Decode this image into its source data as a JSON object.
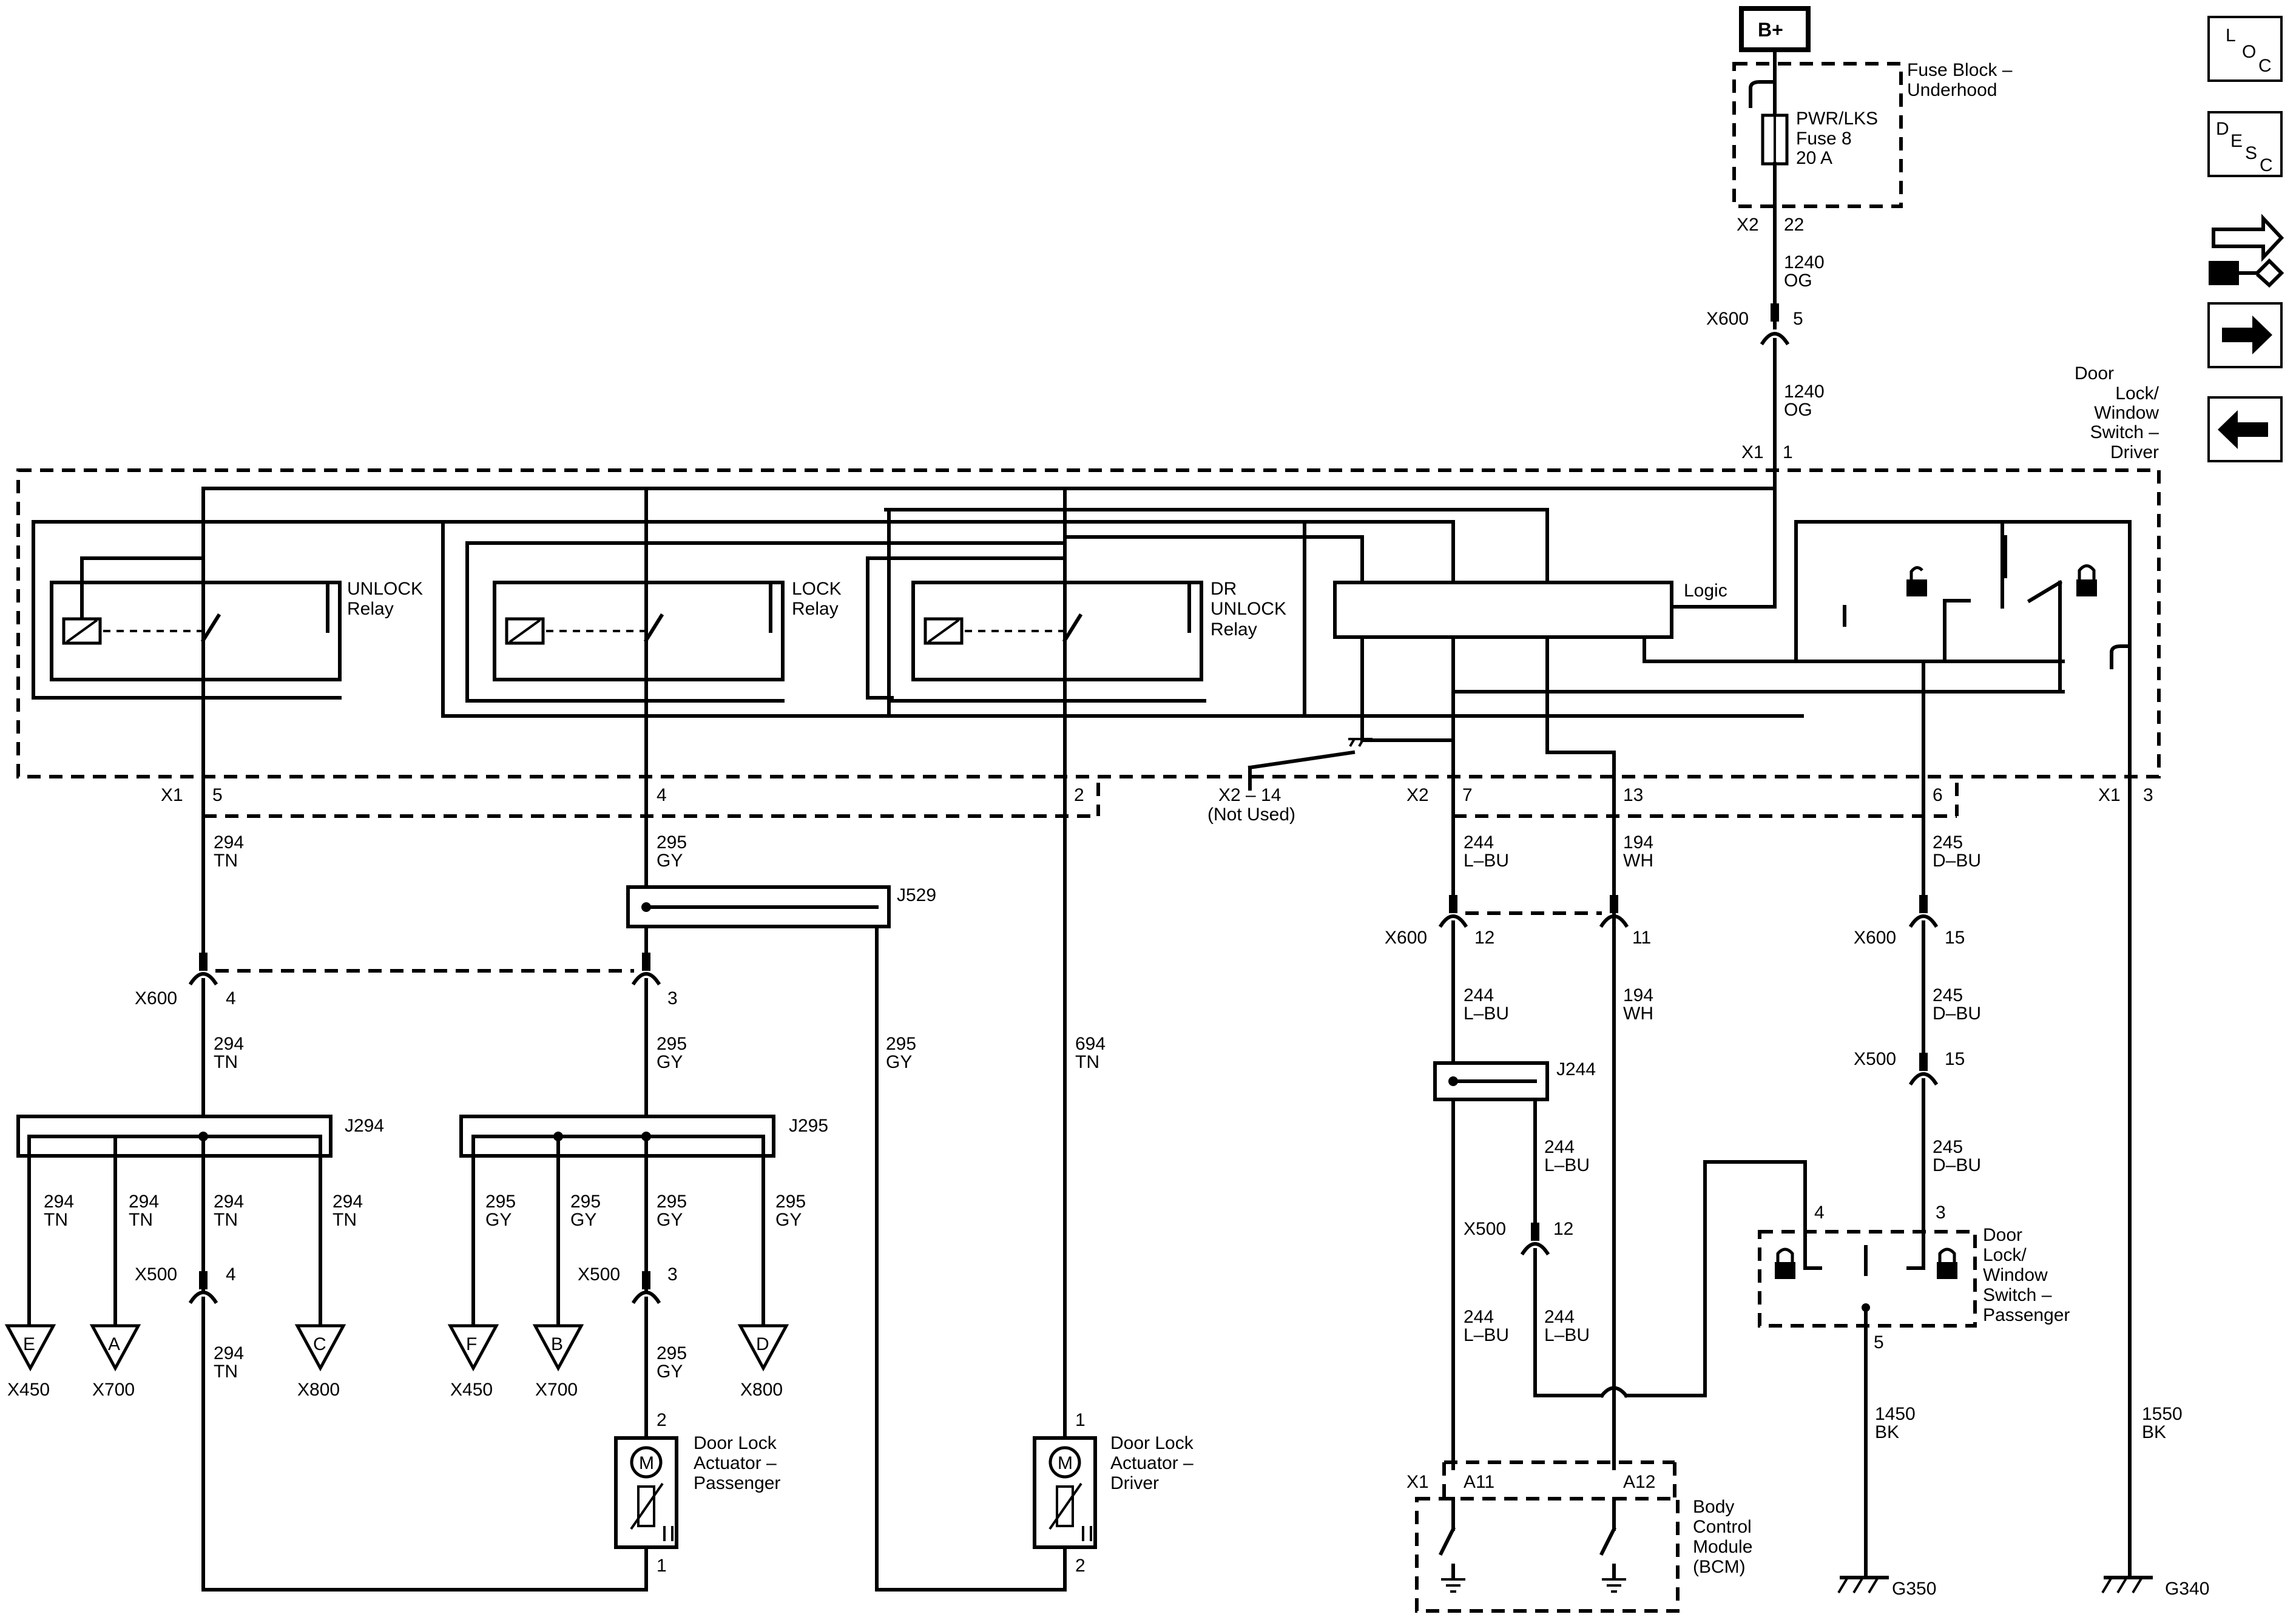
{
  "nav": {
    "loc": [
      "L",
      "O",
      "C"
    ],
    "desc": [
      "D",
      "E",
      "S",
      "C"
    ]
  },
  "power": {
    "source": "B+"
  },
  "fuse_block": {
    "title": [
      "Fuse Block –",
      "Underhood"
    ],
    "fuse": [
      "PWR/LKS",
      "Fuse 8",
      "20 A"
    ],
    "connector": "X2",
    "pin": "22"
  },
  "wires": {
    "w1240a": [
      "1240",
      "OG"
    ],
    "w1240b": [
      "1240",
      "OG"
    ],
    "w294a": [
      "294",
      "TN"
    ],
    "w294b": [
      "294",
      "TN"
    ],
    "w294c": [
      "294",
      "TN"
    ],
    "w294d": [
      "294",
      "TN"
    ],
    "w294e": [
      "294",
      "TN"
    ],
    "w294f": [
      "294",
      "TN"
    ],
    "w294g": [
      "294",
      "TN"
    ],
    "w295a": [
      "295",
      "GY"
    ],
    "w295b": [
      "295",
      "GY"
    ],
    "w295c": [
      "295",
      "GY"
    ],
    "w295d": [
      "295",
      "GY"
    ],
    "w295e": [
      "295",
      "GY"
    ],
    "w295f": [
      "295",
      "GY"
    ],
    "w295g": [
      "295",
      "GY"
    ],
    "w295h": [
      "295",
      "GY"
    ],
    "w694": [
      "694",
      "TN"
    ],
    "w244a": [
      "244",
      "L–BU"
    ],
    "w244b": [
      "244",
      "L–BU"
    ],
    "w244c": [
      "244",
      "L–BU"
    ],
    "w244d": [
      "244",
      "L–BU"
    ],
    "w244e": [
      "244",
      "L–BU"
    ],
    "w194a": [
      "194",
      "WH"
    ],
    "w194b": [
      "194",
      "WH"
    ],
    "w245a": [
      "245",
      "D–BU"
    ],
    "w245b": [
      "245",
      "D–BU"
    ],
    "w245c": [
      "245",
      "D–BU"
    ],
    "w1450": [
      "1450",
      "BK"
    ],
    "w1550": [
      "1550",
      "BK"
    ]
  },
  "connectors": {
    "x600_top": {
      "name": "X600",
      "pin": "5"
    },
    "x1_top": {
      "name": "X1",
      "pin": "1"
    },
    "x1_left": {
      "name": "X1",
      "pin": "5"
    },
    "pin4": "4",
    "pin2": "2",
    "x2_nu": [
      "X2 – 14",
      "(Not Used)"
    ],
    "x2_right": {
      "name": "X2",
      "pin": "7"
    },
    "pin13": "13",
    "pin6": "6",
    "x1_right": {
      "name": "X1",
      "pin": "3"
    },
    "x600_4": {
      "name": "X600",
      "pin": "4"
    },
    "x600_3": "3",
    "x600_12": {
      "name": "X600",
      "pin": "12"
    },
    "x600_11": "11",
    "x600_15": {
      "name": "X600",
      "pin": "15"
    },
    "x500_15": {
      "name": "X500",
      "pin": "15"
    },
    "x500_12": {
      "name": "X500",
      "pin": "12"
    },
    "x500_4": {
      "name": "X500",
      "pin": "4"
    },
    "x500_3": {
      "name": "X500",
      "pin": "3"
    },
    "x1_bcm": {
      "name": "X1",
      "a11": "A11",
      "a12": "A12"
    },
    "pass_sw_4": "4",
    "pass_sw_3": "3",
    "pass_sw_5": "5",
    "act_pass_2": "2",
    "act_pass_1": "1",
    "act_drv_1": "1",
    "act_drv_2": "2"
  },
  "splices": {
    "j529": "J529",
    "j294": "J294",
    "j295": "J295",
    "j244": "J244"
  },
  "components": {
    "driver_switch": [
      "Door",
      "Lock/",
      "Window",
      "Switch –",
      "Driver"
    ],
    "unlock_relay": [
      "UNLOCK",
      "Relay"
    ],
    "lock_relay": [
      "LOCK",
      "Relay"
    ],
    "dr_unlock_relay": [
      "DR",
      "UNLOCK",
      "Relay"
    ],
    "logic": "Logic",
    "passenger_switch": [
      "Door",
      "Lock/",
      "Window",
      "Switch –",
      "Passenger"
    ],
    "bcm": [
      "Body",
      "Control",
      "Module",
      "(BCM)"
    ],
    "actuator_passenger": [
      "Door Lock",
      "Actuator –",
      "Passenger"
    ],
    "actuator_driver": [
      "Door Lock",
      "Actuator –",
      "Driver"
    ],
    "motor": "M"
  },
  "offpage": {
    "e": {
      "letter": "E",
      "conn": "X450"
    },
    "a": {
      "letter": "A",
      "conn": "X700"
    },
    "c": {
      "letter": "C",
      "conn": "X800"
    },
    "f": {
      "letter": "F",
      "conn": "X450"
    },
    "b": {
      "letter": "B",
      "conn": "X700"
    },
    "d": {
      "letter": "D",
      "conn": "X800"
    }
  },
  "grounds": {
    "g350": "G350",
    "g340": "G340"
  }
}
